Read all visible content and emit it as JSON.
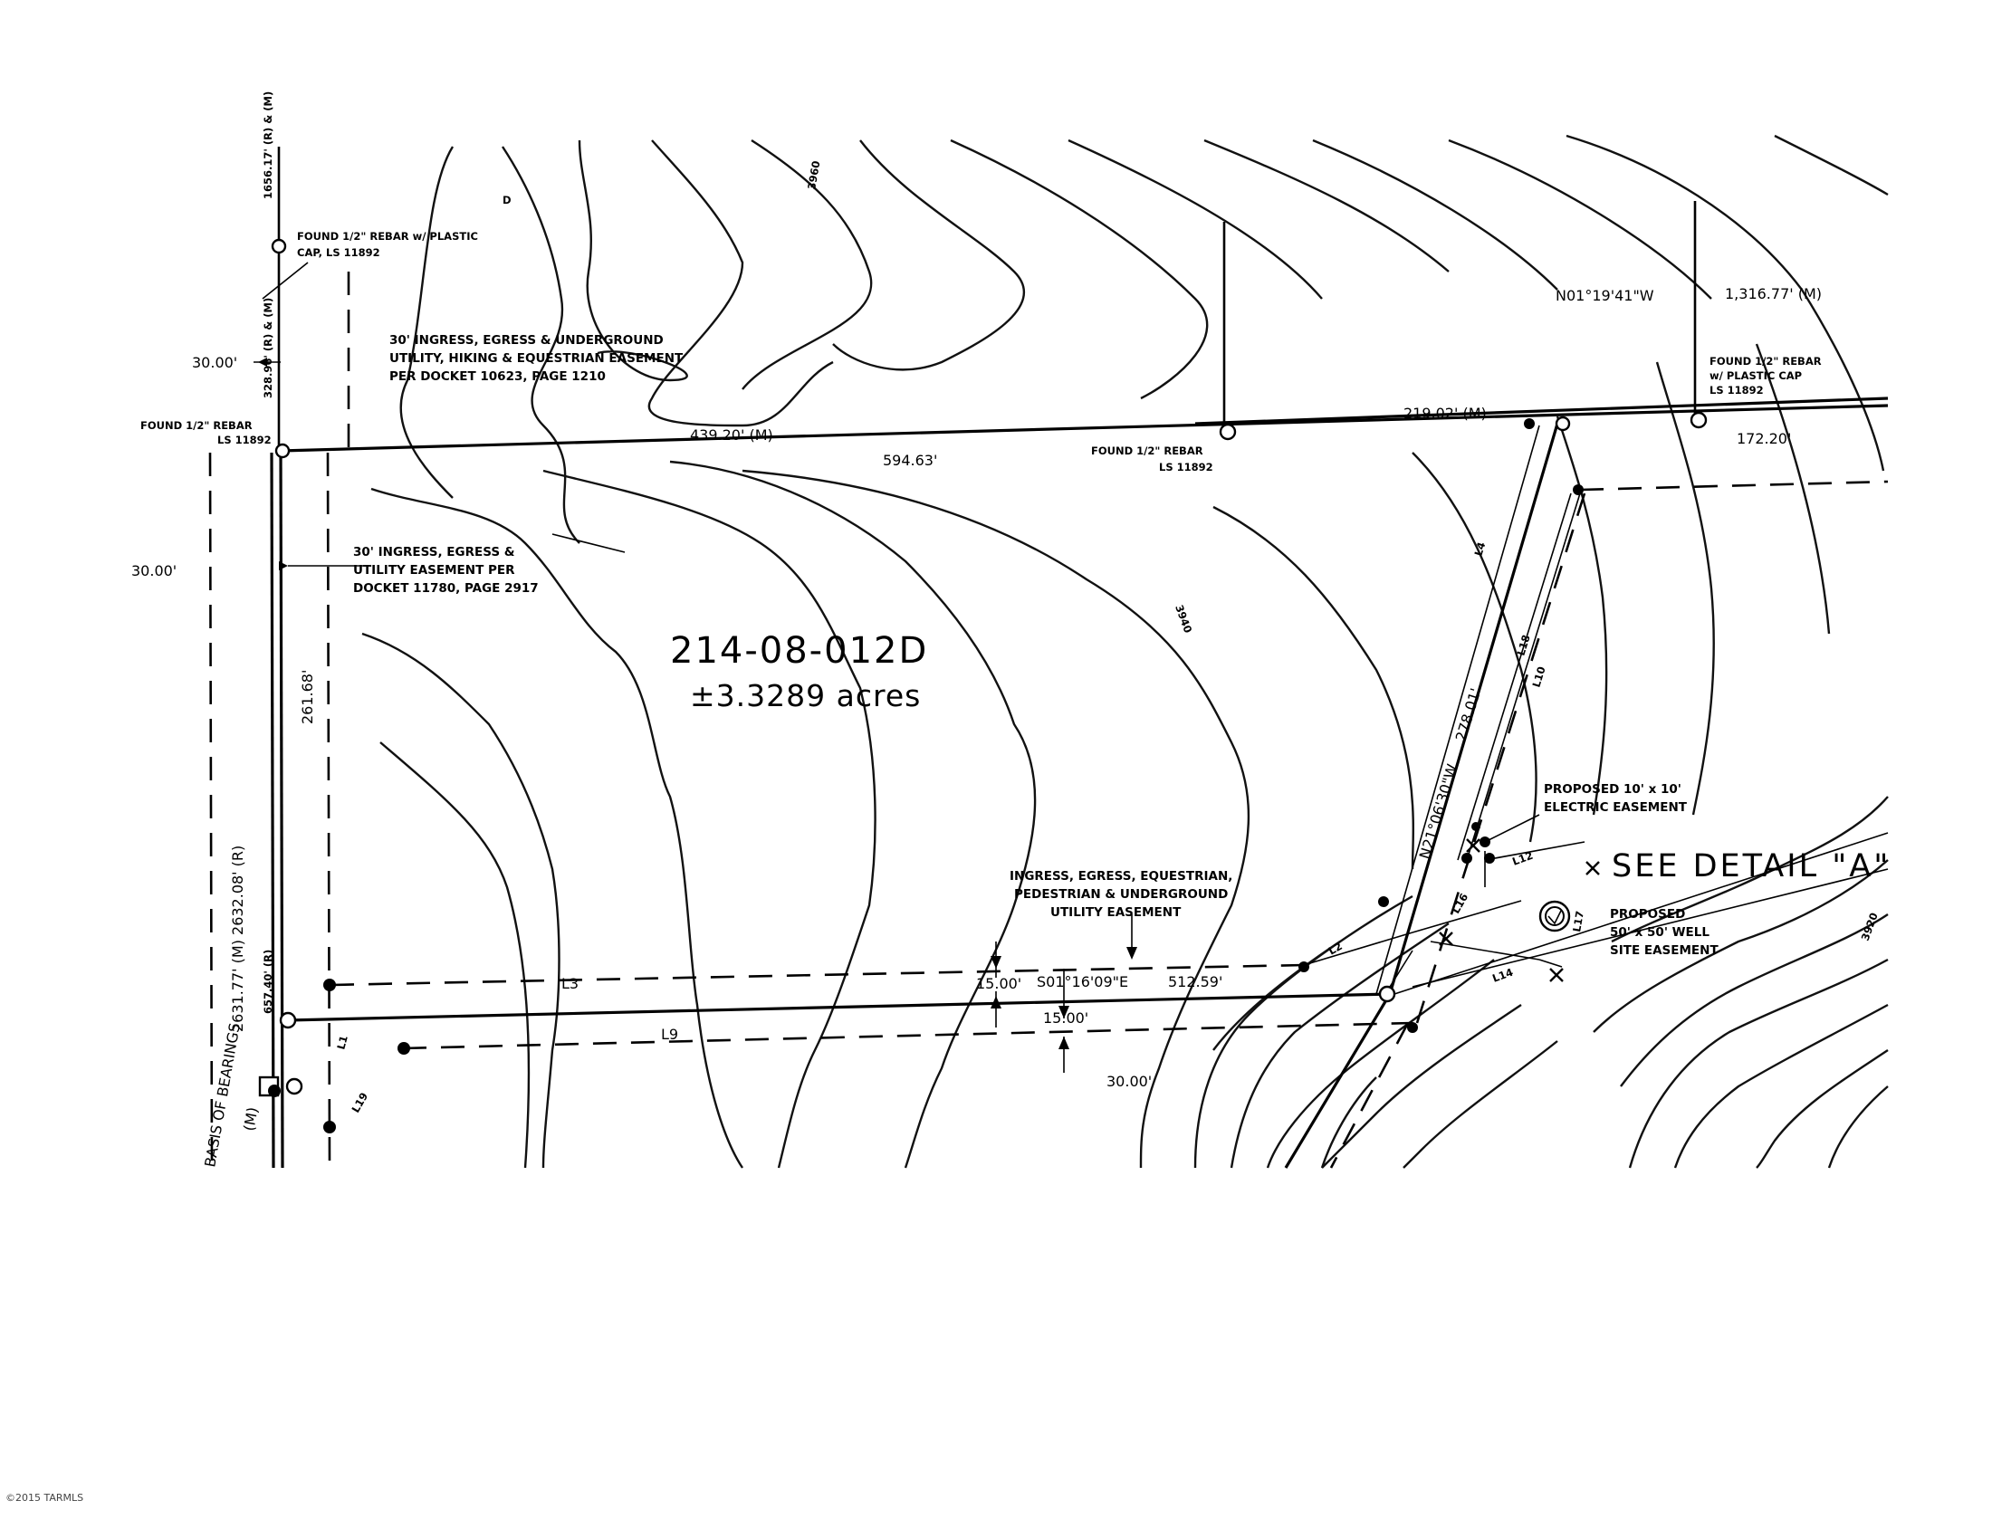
{
  "parcel": {
    "id": "214-08-012D",
    "acreage": "±3.3289 acres"
  },
  "notes": {
    "found_rebar_cap_top": [
      "FOUND 1/2\" REBAR w/ PLASTIC",
      "CAP, LS 11892"
    ],
    "found_rebar_left": [
      "FOUND 1/2\" REBAR",
      "LS 11892"
    ],
    "found_rebar_mid": [
      "FOUND 1/2\" REBAR",
      "LS 11892"
    ],
    "found_rebar_right": [
      "FOUND 1/2\" REBAR",
      "w/ PLASTIC CAP",
      "LS 11892"
    ],
    "easement_top": [
      "30' INGRESS, EGRESS & UNDERGROUND",
      "UTILITY, HIKING & EQUESTRIAN EASEMENT",
      "PER DOCKET 10623, PAGE 1210"
    ],
    "easement_left": [
      "30' INGRESS, EGRESS &",
      "UTILITY EASEMENT PER",
      "DOCKET 11780, PAGE 2917"
    ],
    "easement_bottom": [
      "INGRESS, EGRESS, EQUESTRIAN,",
      "PEDESTRIAN & UNDERGROUND",
      "UTILITY EASEMENT"
    ],
    "electric_easement": [
      "PROPOSED 10' x 10'",
      "ELECTRIC EASEMENT"
    ],
    "well_easement": [
      "PROPOSED",
      "50' x 50' WELL",
      "SITE EASEMENT"
    ],
    "see_detail": "SEE DETAIL \"A\""
  },
  "dimensions": {
    "top_bearing": "N01°19'41\"W",
    "top_distance": "1,316.77' (M)",
    "d_439": "439.20' (M)",
    "d_594": "594.63'",
    "d_219": "219.02' (M)",
    "d_172": "172.20'",
    "d_30_top": "30.00'",
    "d_30_left": "30.00'",
    "d_261": "261.68'",
    "left_bearings": "2631.77' (M)   2632.08' (R)",
    "basis_of_bearings": "BASIS OF BEARINGS",
    "bottom_bearing": "S01°16'09\"E",
    "d_512": "512.59'",
    "d_15a": "15.00'",
    "d_15b": "15.00'",
    "d_30_bottom": "30.00'",
    "diag_bearing": "N21°06'30\"W",
    "d_278": "278.01'",
    "vert_top_label": "1656.17' (R) & (M)",
    "vert_mid_label": "328.96' (R) & (M)",
    "vert_low_label": "657.40' (R)",
    "left_m": "(M)",
    "contour_top": "3960",
    "contour_mid": "3940",
    "contour_right": "3920",
    "label_L1": "L1",
    "label_L3": "L3",
    "label_L9": "L9",
    "label_L10": "L10",
    "label_L12": "L12",
    "label_L14": "L14",
    "label_L16": "L16",
    "label_L17": "L17",
    "label_L18": "L18",
    "label_L19": "L19",
    "label_L4": "L4",
    "label_L2": "L2",
    "label_D": "D"
  },
  "copyright": "©2015 TARMLS"
}
